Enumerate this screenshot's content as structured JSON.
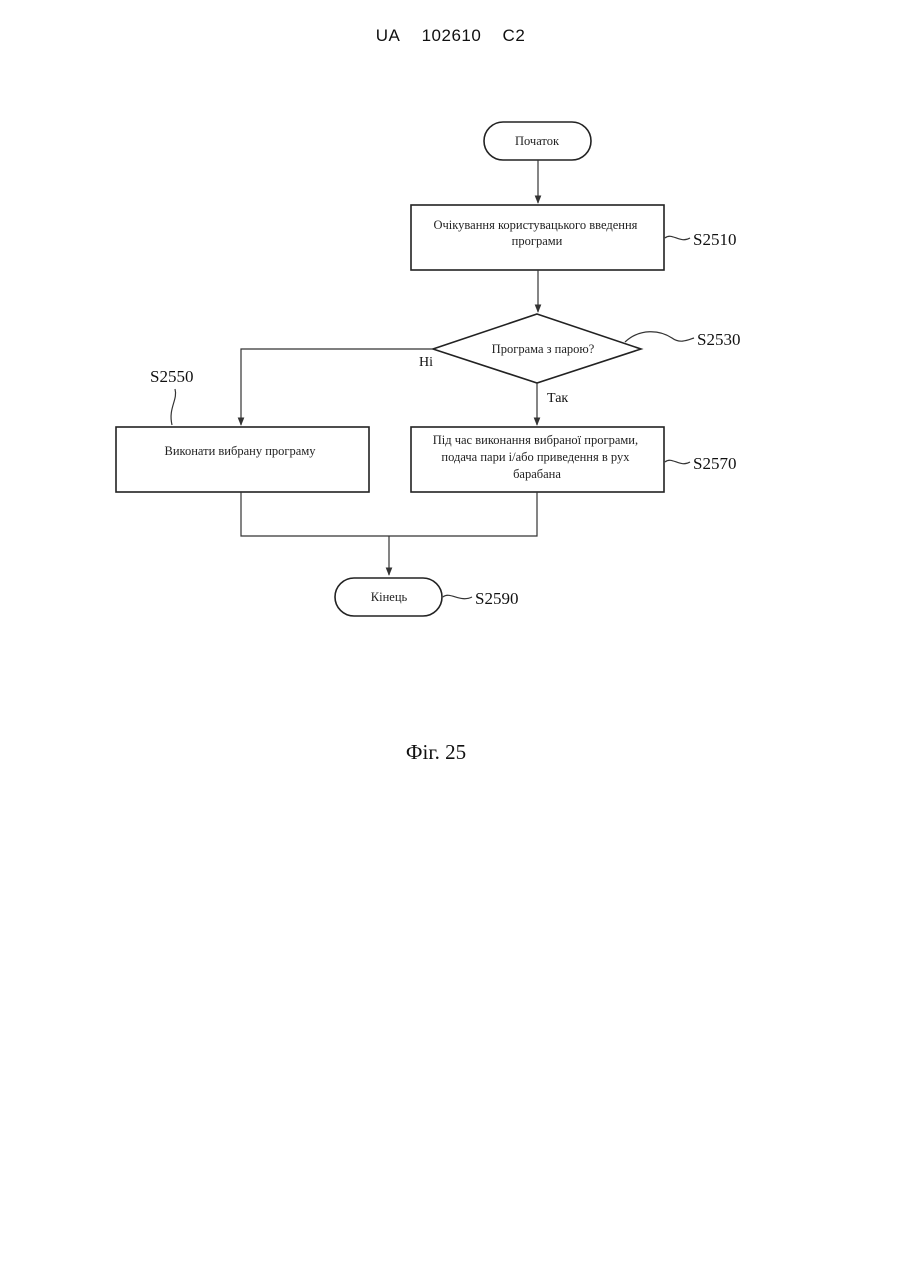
{
  "header": {
    "country": "UA",
    "number": "102610",
    "kind": "C2"
  },
  "flowchart": {
    "start": {
      "text": "Початок"
    },
    "s2510": {
      "label": "S2510",
      "lines": [
        "Очікування користувацького введення",
        "програми"
      ]
    },
    "s2530": {
      "label": "S2530",
      "text": "Програма з парою?",
      "no_label": "Ні",
      "yes_label": "Так"
    },
    "s2550": {
      "label": "S2550",
      "text": "Виконати вибрану програму"
    },
    "s2570": {
      "label": "S2570",
      "lines": [
        "Під час виконання вибраної програми,",
        "подача пари і/або приведення в рух",
        "барабана"
      ]
    },
    "s2590": {
      "label": "S2590",
      "text": "Кінець"
    }
  },
  "caption": "Фіг. 25"
}
